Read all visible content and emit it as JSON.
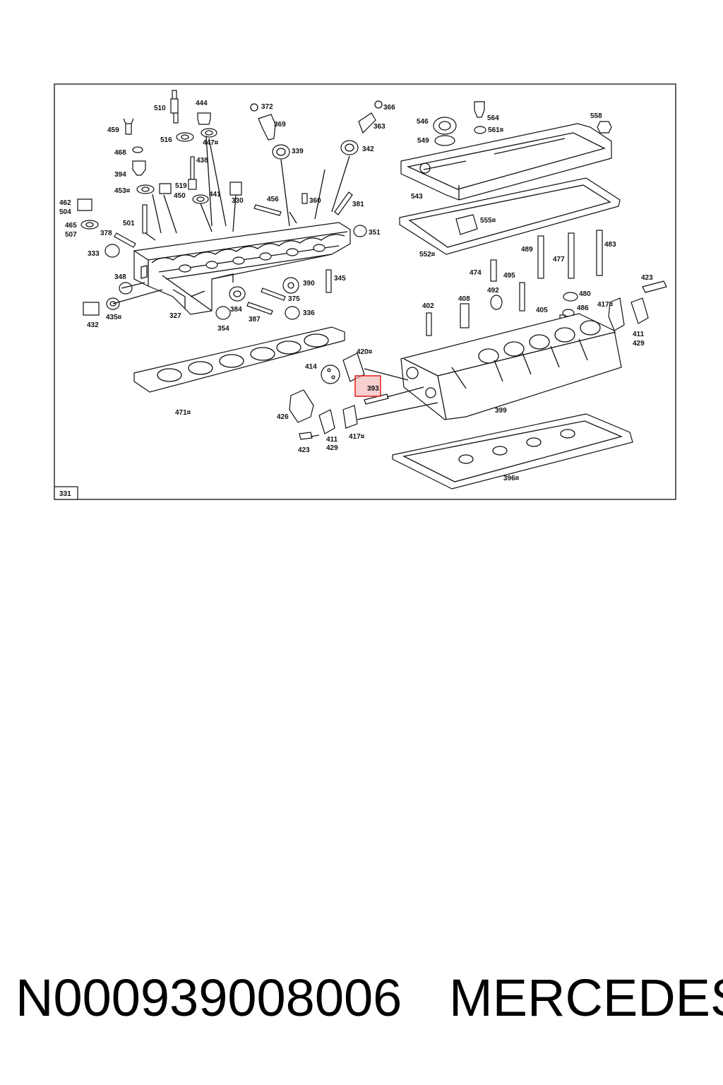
{
  "diagram": {
    "figure_number": "331",
    "highlighted_part": "393",
    "labels": {
      "l510": "510",
      "l444": "444",
      "l459": "459",
      "l516": "516",
      "l447": "447¤",
      "l468": "468",
      "l438": "438",
      "l394": "394",
      "l519": "519",
      "l450": "450",
      "l453": "453¤",
      "l441": "441",
      "l330": "330",
      "l462": "462",
      "l504": "504",
      "l501": "501",
      "l465": "465",
      "l507": "507",
      "l378": "378",
      "l333": "333",
      "l372": "372",
      "l369": "369",
      "l339": "339",
      "l366": "366",
      "l363": "363",
      "l342": "342",
      "l456": "456",
      "l360": "360",
      "l381": "381",
      "l351": "351",
      "l348": "348",
      "l345": "345",
      "l390": "390",
      "l375": "375",
      "l336": "336",
      "l384": "384",
      "l387": "387",
      "l354": "354",
      "l327": "327",
      "l432": "432",
      "l435": "435¤",
      "l546": "546",
      "l564": "564",
      "l558": "558",
      "l549": "549",
      "l561": "561¤",
      "l543": "543",
      "l555": "555¤",
      "l552": "552¤",
      "l489": "489",
      "l477": "477",
      "l483": "483",
      "l474": "474",
      "l495": "495",
      "l492": "492",
      "l480": "480",
      "l423a": "423",
      "l408": "408",
      "l402": "402",
      "l405": "405",
      "l486": "486",
      "l417a": "417¤",
      "l411a": "411",
      "l429a": "429",
      "l420": "420¤",
      "l414": "414",
      "l393": "393",
      "l399": "399",
      "l471": "471¤",
      "l426": "426",
      "l411b": "411",
      "l429b": "429",
      "l417b": "417¤",
      "l423b": "423",
      "l396": "396¤"
    }
  },
  "footer": {
    "part_number": "N000939008006",
    "brand": "MERCEDES"
  }
}
